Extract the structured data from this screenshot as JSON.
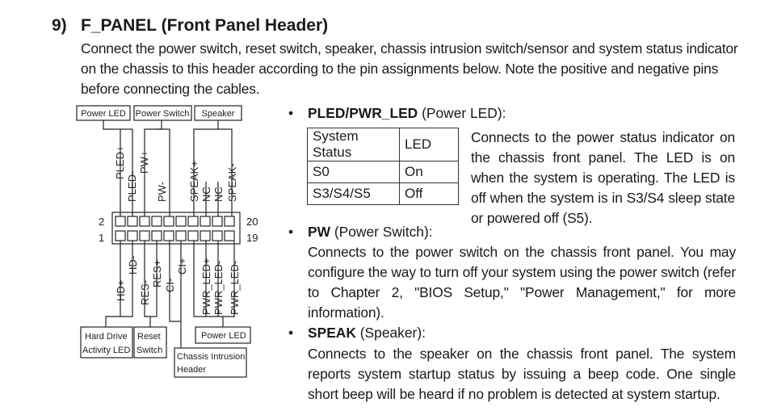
{
  "section": {
    "number": "9)",
    "title": "F_PANEL (Front Panel Header)",
    "intro_lines": [
      "Connect the power switch, reset switch, speaker, chassis intrusion switch/sensor and system status indicator",
      "on the chassis to this header according to the pin assignments below. Note the positive and negative pins",
      "before connecting the cables."
    ]
  },
  "diagram": {
    "top_boxes": [
      "Power LED",
      "Power Switch",
      "Speaker"
    ],
    "top_pins": [
      "PLED+",
      "PLED-",
      "PW+",
      "PW-",
      "SPEAK+",
      "NC",
      "NC",
      "SPEAK-"
    ],
    "bottom_pins": [
      "HD+",
      "HD-",
      "RES-",
      "RES+",
      "CI-",
      "CI+",
      "PWR_LED+",
      "PWR_LED-",
      "PWR_LED-"
    ],
    "pin_numbers": {
      "top_left": "2",
      "bottom_left": "1",
      "top_right": "20",
      "bottom_right": "19"
    },
    "bottom_boxes": [
      [
        "Hard Drive",
        "Activity LED"
      ],
      [
        "Reset",
        "Switch"
      ],
      [
        "Power LED"
      ],
      [
        "Chassis Intrusion",
        "Header"
      ]
    ]
  },
  "pled": {
    "bullet": "•",
    "name": "PLED/PWR_LED",
    "desc": " (Power LED):",
    "table": {
      "headers": [
        "System Status",
        "LED"
      ],
      "rows": [
        [
          "S0",
          "On"
        ],
        [
          "S3/S4/S5",
          "Off"
        ]
      ]
    },
    "text": "Connects to the power status indicator on the chassis front panel. The LED is on when the system is operating. The LED is off when the system is in S3/S4 sleep state or powered off (S5)."
  },
  "pw": {
    "bullet": "•",
    "name": "PW",
    "desc": " (Power Switch):",
    "text": "Connects to the power switch on the chassis front panel. You may configure the way to turn off your system using the power switch (refer to Chapter 2, \"BIOS Setup,\" \"Power Management,\" for more information)."
  },
  "speak": {
    "bullet": "•",
    "name": "SPEAK",
    "desc": " (Speaker):",
    "text": "Connects to the speaker on the chassis front panel. The system reports system startup status by issuing a beep code. One single short beep will be heard if no problem is detected at system startup."
  }
}
